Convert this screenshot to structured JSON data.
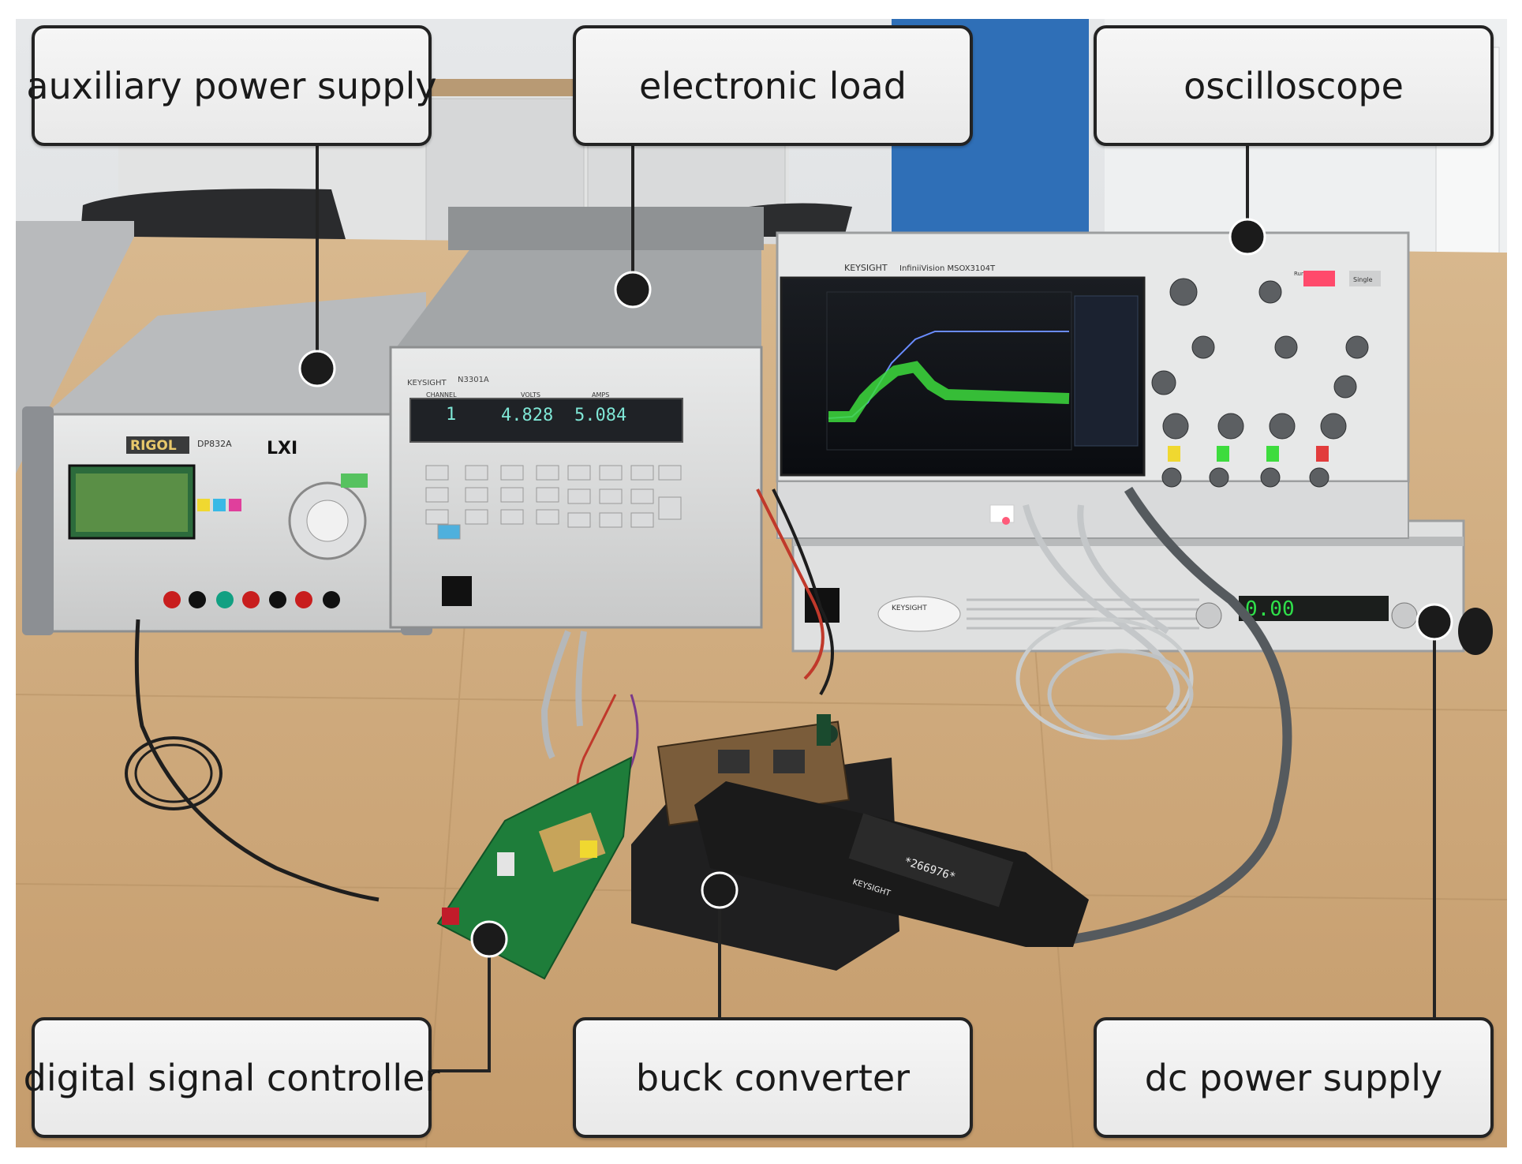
{
  "callouts": {
    "auxiliary_power_supply": "auxiliary power supply",
    "electronic_load": "electronic load",
    "oscilloscope": "oscilloscope",
    "digital_signal_controller": "digital signal controller",
    "buck_converter": "buck converter",
    "dc_power_supply": "dc power supply"
  },
  "devices": {
    "aux_supply_brand": "RIGOL",
    "aux_supply_model": "DP832A",
    "aux_supply_mark": "LXI",
    "load_brand": "KEYSIGHT",
    "load_model": "N3301A",
    "load_volts_header": "VOLTS",
    "load_amps_header": "AMPS",
    "load_channel_header": "CHANNEL",
    "load_channel": "1",
    "load_volts": "4.828",
    "load_amps": "5.084",
    "scope_brand": "KEYSIGHT",
    "scope_model": "InfiniiVision MSOX3104T",
    "scope_run_control": "Run Control",
    "scope_single": "Single",
    "dc_supply_brand": "KEYSIGHT",
    "dc_supply_readout_volts": "0.00",
    "probe_brand": "KEYSIGHT",
    "probe_serial": "*266976*"
  },
  "colors": {
    "frame_border": "#232323",
    "callout_fill": "#eeeeee",
    "bench_wood": "#c9a57b",
    "wall_blue": "#2f6fb7",
    "scope_trace_green": "#3ddc3d",
    "scope_trace_blue": "#6a8cff",
    "display_teal": "#8fd3c7"
  }
}
